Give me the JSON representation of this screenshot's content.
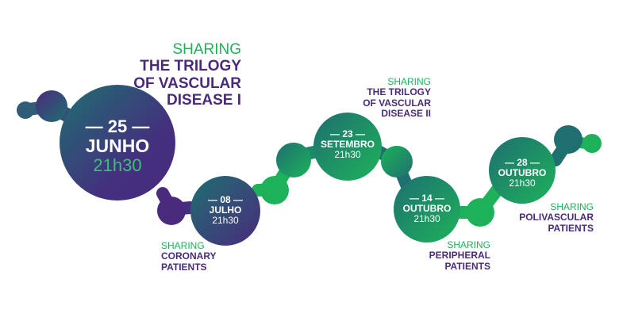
{
  "colors": {
    "purple": "#4a2a7d",
    "green": "#1db25a",
    "teal": "#1f6f70",
    "time_on_big": "#3fbf7a"
  },
  "events": [
    {
      "id": "e1",
      "date": "— 25 —",
      "month": "JUNHO",
      "time": "21h30",
      "prefix": "SHARING",
      "title": [
        "THE TRILOGY",
        "OF VASCULAR",
        "DISEASE I"
      ]
    },
    {
      "id": "e2",
      "date": "— 08 —",
      "month": "JULHO",
      "time": "21h30",
      "prefix": "SHARING",
      "title": [
        "CORONARY",
        "PATIENTS"
      ]
    },
    {
      "id": "e3",
      "date": "— 23 —",
      "month": "SETEMBRO",
      "time": "21h30",
      "prefix": "SHARING",
      "title": [
        "THE TRILOGY",
        "OF VASCULAR",
        "DISEASE II"
      ]
    },
    {
      "id": "e4",
      "date": "— 14 —",
      "month": "OUTUBRO",
      "time": "21h30",
      "prefix": "SHARING",
      "title": [
        "PERIPHERAL",
        "PATIENTS"
      ]
    },
    {
      "id": "e5",
      "date": "— 28 —",
      "month": "OUTUBRO",
      "time": "21h30",
      "prefix": "SHARING",
      "title": [
        "POLIVASCULAR",
        "PATIENTS"
      ]
    }
  ]
}
